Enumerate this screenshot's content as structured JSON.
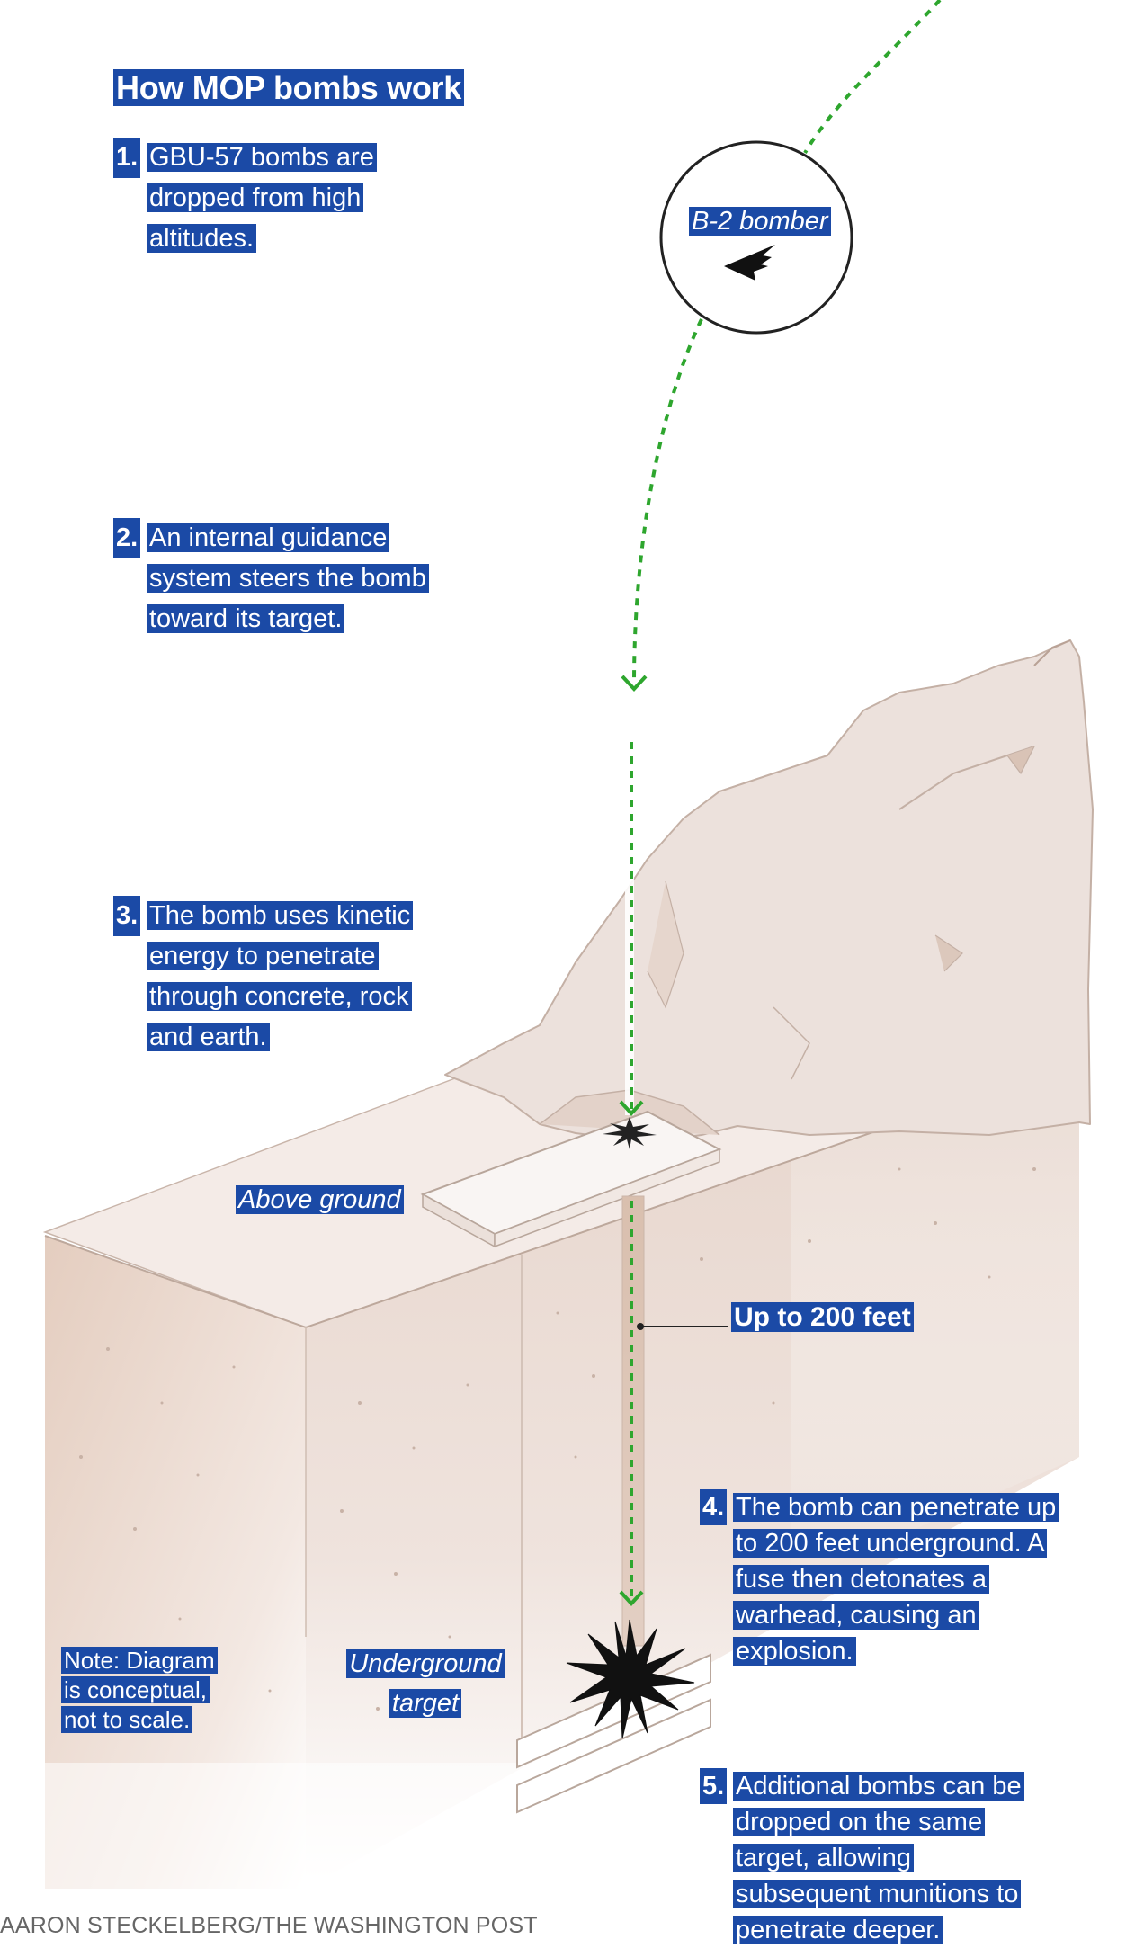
{
  "title": "How MOP bombs work",
  "steps": [
    {
      "num": "1.",
      "text": "GBU-57 bombs are dropped from high altitudes."
    },
    {
      "num": "2.",
      "text": "An internal guidance system steers the bomb toward its target."
    },
    {
      "num": "3.",
      "text": "The bomb uses kinetic energy to penetrate through concrete, rock and earth."
    },
    {
      "num": "4.",
      "text": "The bomb can penetrate up to 200 feet underground. A fuse then detonates a warhead, causing an explosion."
    },
    {
      "num": "5.",
      "text": "Additional bombs can be dropped on the same target, allowing subsequent munitions to penetrate deeper."
    }
  ],
  "labels": {
    "bomber": "B-2 bomber",
    "above_ground": "Above ground",
    "underground_target": "Underground target",
    "depth": "Up to 200 feet"
  },
  "note": "Note: Diagram is conceptual, not to scale.",
  "credit": "AARON STECKELBERG/THE WASHINGTON POST",
  "colors": {
    "highlight": "#1b4aa6",
    "trajectory": "#2ea62e",
    "rock": "#ece1dc",
    "earth": "#e7d2c8"
  },
  "icons": [
    "b2-bomber-icon",
    "explosion-icon"
  ]
}
